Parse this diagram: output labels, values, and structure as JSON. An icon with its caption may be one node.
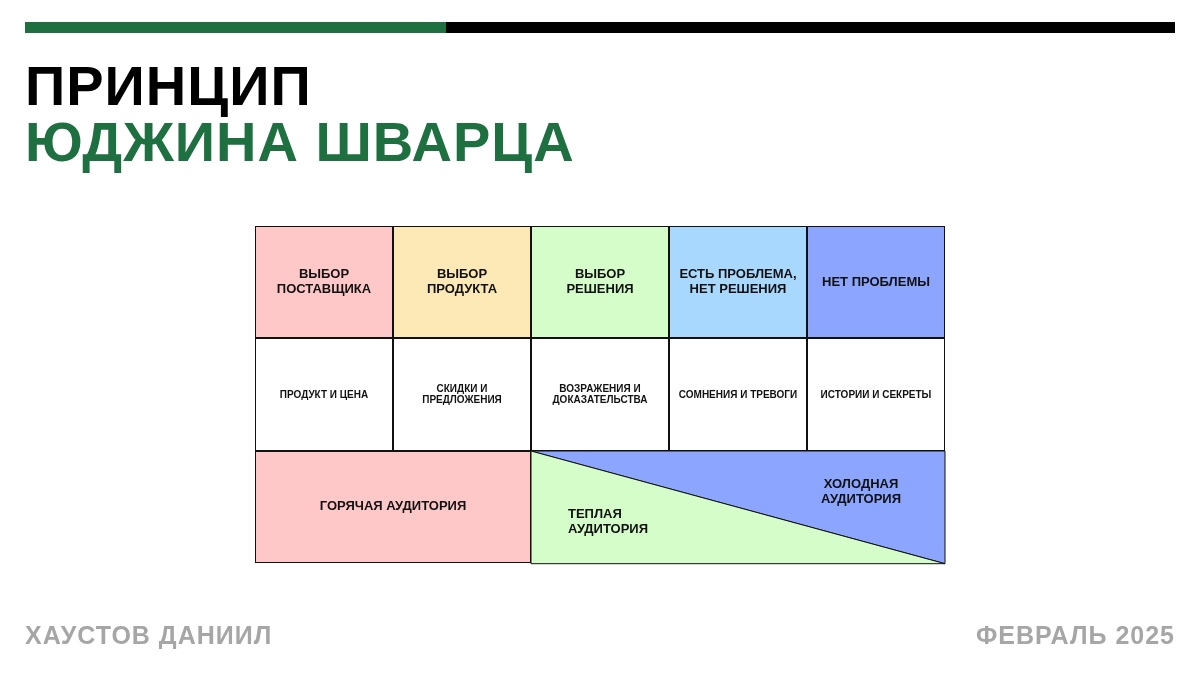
{
  "diagram": {
    "title": "ПРИНЦИП ЮДЖИНА ШВАРЦА",
    "nodes": [
      {
        "text": [
          "ВЫБОР ПОСТАВЩИКА"
        ]
      },
      {
        "text": [
          "ВЫБОР ПРОДУКТА"
        ]
      },
      {
        "text": [
          "ВЫБОР РЕШЕНИЯ"
        ]
      },
      {
        "text": [
          "ЕСТЬ ПРОБЛЕМА, НЕТ РЕШЕНИЯ"
        ]
      },
      {
        "text": [
          "НЕТ ПРОБЛЕМЫ"
        ]
      },
      {
        "text": [
          "ПРОДУКТ И ЦЕНА"
        ]
      },
      {
        "text": [
          "СКИДКИ И ПРЕДЛОЖЕНИЯ"
        ]
      },
      {
        "text": [
          "ВОЗРАЖЕНИЯ И ДОКАЗАТЕЛЬСТВА"
        ]
      },
      {
        "text": [
          "СОМНЕНИЯ И ТРЕВОГИ"
        ]
      },
      {
        "text": [
          "ИСТОРИИ И СЕКРЕТЫ"
        ]
      },
      {
        "text": [
          "ГОРЯЧАЯ АУДИТОРИЯ"
        ]
      },
      {
        "text": [
          "ХОЛОДНАЯ АУДИТОРИЯ"
        ]
      },
      {
        "text": [
          "ТЕПЛАЯ АУДИТОРИЯ"
        ]
      }
    ],
    "labels": [
      "ХАУСТОВ ДАНИИЛ",
      "ФЕВРАЛЬ 2025"
    ]
  }
}
